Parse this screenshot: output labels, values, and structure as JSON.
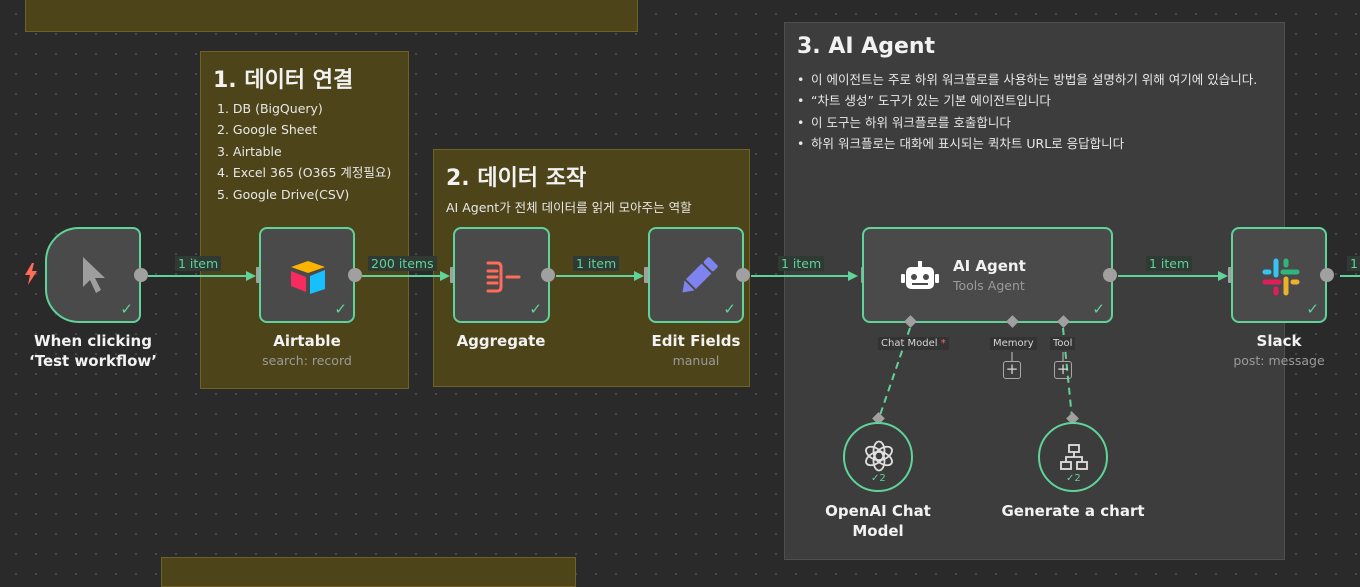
{
  "stickies": {
    "top": {},
    "data_connect": {
      "title": "1. 데이터 연결",
      "items": [
        "1. DB (BigQuery)",
        "2. Google Sheet",
        "3. Airtable",
        "4. Excel 365 (O365 계정필요)",
        "5. Google Drive(CSV)"
      ]
    },
    "data_manipulate": {
      "title": "2. 데이터 조작",
      "desc": "AI Agent가 전체 데이터를 읽게 모아주는 역할"
    },
    "ai_agent": {
      "title": "3. AI Agent",
      "bullets": [
        "이 에이전트는 주로 하위 워크플로를 사용하는 방법을 설명하기 위해 여기에 있습니다.",
        "“차트 생성” 도구가 있는 기본 에이전트입니다",
        "이 도구는 하위 워크플로를 호출합니다",
        "하위 워크플로는 대화에 표시되는 퀵차트 URL로 응답합니다"
      ]
    }
  },
  "nodes": {
    "trigger": {
      "label": "When clicking ‘Test workflow’"
    },
    "airtable": {
      "label": "Airtable",
      "sub": "search: record"
    },
    "aggregate": {
      "label": "Aggregate"
    },
    "edit_fields": {
      "label": "Edit Fields",
      "sub": "manual"
    },
    "ai_agent": {
      "title": "AI Agent",
      "sub": "Tools Agent"
    },
    "slack": {
      "label": "Slack",
      "sub": "post: message"
    },
    "openai": {
      "label": "OpenAI Chat Model",
      "count": "2"
    },
    "chart_tool": {
      "label": "Generate a chart",
      "count": "2"
    }
  },
  "edges": {
    "e1": "1 item",
    "e2": "200 items",
    "e3": "1 item",
    "e4": "1 item",
    "e5": "1 item",
    "e6": "1"
  },
  "agent_ports": {
    "chat_model": "Chat Model",
    "required_mark": "*",
    "memory": "Memory",
    "tool": "Tool"
  },
  "colors": {
    "accent_green": "#5fd39a",
    "trigger_bolt": "#ff6d5a",
    "sticky_yellow": "#4e4419",
    "sticky_gray": "#3d3d3d"
  }
}
